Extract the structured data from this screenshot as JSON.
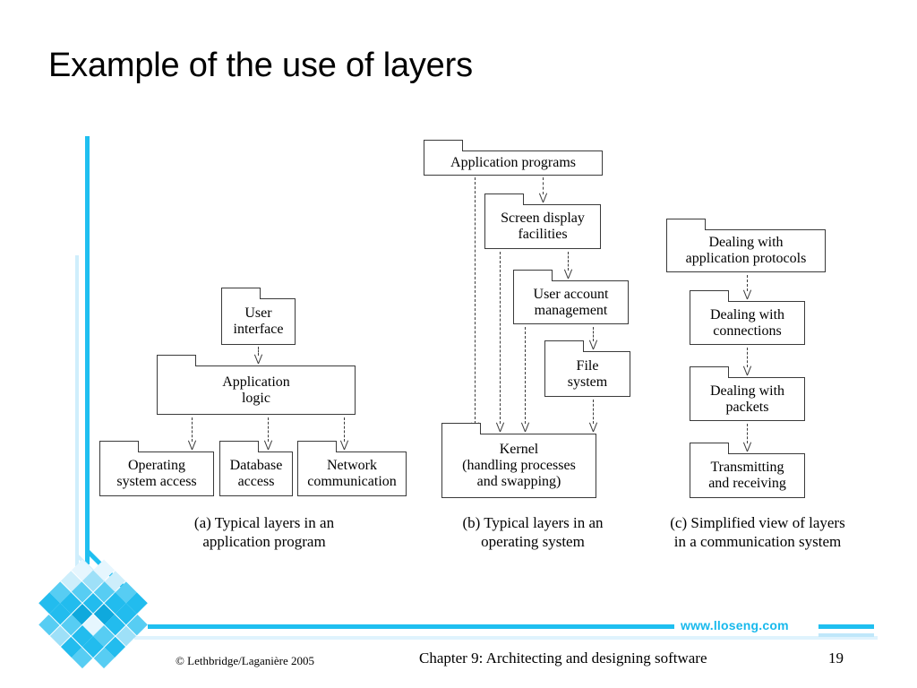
{
  "slide": {
    "title": "Example of the use of layers",
    "site_url": "www.lloseng.com"
  },
  "footer": {
    "copyright": "© Lethbridge/Laganière 2005",
    "chapter": "Chapter 9: Architecting and designing software",
    "page_number": "19"
  },
  "colors": {
    "accent_cyan": "#1fbff0",
    "accent_cyan_pale": "#cfeefc",
    "url_text": "#19b9ec",
    "outline": "#3a3a3a",
    "background": "#ffffff"
  },
  "diagrams": [
    {
      "id": "a",
      "caption": "(a) Typical layers in an\napplication program",
      "caption_line1": "(a) Typical layers in an",
      "caption_line2": "application program",
      "packages": [
        {
          "id": "a-user-interface",
          "label": "User\ninterface",
          "line1": "User",
          "line2": "interface"
        },
        {
          "id": "a-application-logic",
          "label": "Application\nlogic",
          "line1": "Application",
          "line2": "logic"
        },
        {
          "id": "a-operating-system",
          "label": "Operating\nsystem access",
          "line1": "Operating",
          "line2": "system access"
        },
        {
          "id": "a-database-access",
          "label": "Database\naccess",
          "line1": "Database",
          "line2": "access"
        },
        {
          "id": "a-network-communication",
          "label": "Network\ncommunication",
          "line1": "Network",
          "line2": "communication"
        }
      ],
      "dependencies": [
        {
          "from": "a-user-interface",
          "to": "a-application-logic"
        },
        {
          "from": "a-application-logic",
          "to": "a-operating-system"
        },
        {
          "from": "a-application-logic",
          "to": "a-database-access"
        },
        {
          "from": "a-application-logic",
          "to": "a-network-communication"
        }
      ]
    },
    {
      "id": "b",
      "caption": "(b) Typical layers in an\noperating system",
      "caption_line1": "(b) Typical layers in an",
      "caption_line2": "operating system",
      "packages": [
        {
          "id": "b-application-programs",
          "label": "Application programs",
          "line1": "Application programs",
          "line2": ""
        },
        {
          "id": "b-screen-display",
          "label": "Screen display\nfacilities",
          "line1": "Screen display",
          "line2": "facilities"
        },
        {
          "id": "b-user-account",
          "label": "User account\nmanagement",
          "line1": "User account",
          "line2": "management"
        },
        {
          "id": "b-file-system",
          "label": "File\nsystem",
          "line1": "File",
          "line2": "system"
        },
        {
          "id": "b-kernel",
          "label": "Kernel\n(handling processes\nand swapping)",
          "line1": "Kernel",
          "line2": "(handling processes",
          "line3": "and swapping)"
        }
      ],
      "dependencies": [
        {
          "from": "b-application-programs",
          "to": "b-screen-display"
        },
        {
          "from": "b-application-programs",
          "to": "b-kernel"
        },
        {
          "from": "b-screen-display",
          "to": "b-user-account"
        },
        {
          "from": "b-screen-display",
          "to": "b-kernel"
        },
        {
          "from": "b-user-account",
          "to": "b-file-system"
        },
        {
          "from": "b-user-account",
          "to": "b-kernel"
        },
        {
          "from": "b-file-system",
          "to": "b-kernel"
        }
      ]
    },
    {
      "id": "c",
      "caption": "(c) Simplified view of layers\nin a communication system",
      "caption_line1": "(c) Simplified view of layers",
      "caption_line2": "in a communication system",
      "packages": [
        {
          "id": "c-app-protocols",
          "label": "Dealing with\napplication protocols",
          "line1": "Dealing with",
          "line2": "application protocols"
        },
        {
          "id": "c-connections",
          "label": "Dealing with\nconnections",
          "line1": "Dealing with",
          "line2": "connections"
        },
        {
          "id": "c-packets",
          "label": "Dealing with\npackets",
          "line1": "Dealing with",
          "line2": "packets"
        },
        {
          "id": "c-transmitting",
          "label": "Transmitting\nand receiving",
          "line1": "Transmitting",
          "line2": "and receiving"
        }
      ],
      "dependencies": [
        {
          "from": "c-app-protocols",
          "to": "c-connections"
        },
        {
          "from": "c-connections",
          "to": "c-packets"
        },
        {
          "from": "c-packets",
          "to": "c-transmitting"
        }
      ]
    }
  ]
}
